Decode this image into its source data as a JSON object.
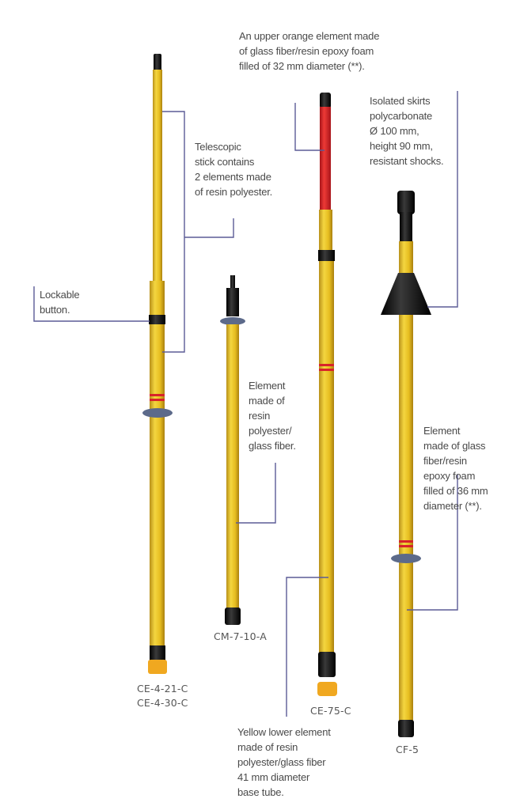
{
  "callouts": {
    "upper_orange": [
      "An upper orange element made",
      "of glass fiber/resin epoxy foam",
      "filled of 32 mm diameter (**)."
    ],
    "telescopic": [
      "Telescopic",
      "stick contains",
      "2 elements made",
      "of resin polyester."
    ],
    "skirts": [
      "Isolated skirts",
      "polycarbonate",
      "Ø 100 mm,",
      "height 90 mm,",
      "resistant shocks."
    ],
    "lockable": [
      "Lockable",
      "button."
    ],
    "element_resin": [
      "Element",
      "made of",
      "resin",
      "polyester/",
      "glass fiber."
    ],
    "element_glass": [
      "Element",
      "made of glass",
      "fiber/resin",
      "epoxy foam",
      "filled of 36 mm",
      "diameter (**)."
    ],
    "yellow_lower": [
      "Yellow lower element",
      "made of resin",
      "polyester/glass fiber",
      "41 mm diameter",
      "base tube."
    ]
  },
  "models": {
    "ce_4": [
      "CE-4-21-C",
      "CE-4-30-C"
    ],
    "cm": "CM-7-10-A",
    "ce_75": "CE-75-C",
    "cf": "CF-5"
  },
  "colors": {
    "leader": "#5b5b96",
    "yellow": "#e9c21e",
    "red": "#d8232a",
    "black": "#1c1c1c",
    "orange": "#f0a820"
  }
}
